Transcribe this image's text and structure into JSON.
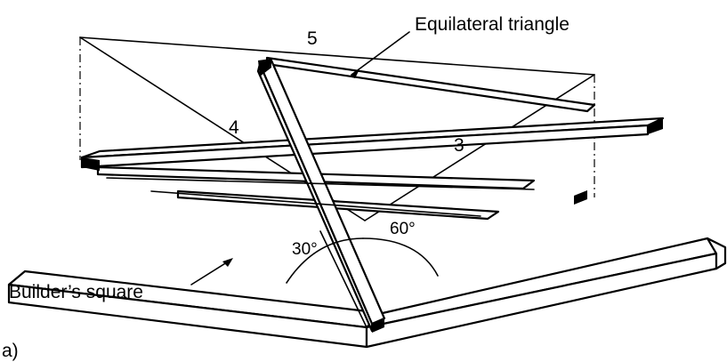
{
  "labels": {
    "side_5": "5",
    "side_4": "4",
    "side_3": "3",
    "angle_30": "30°",
    "angle_60": "60°",
    "equilateral": "Equilateral triangle",
    "builders_square": "Builder’s square",
    "panel": "a)"
  }
}
